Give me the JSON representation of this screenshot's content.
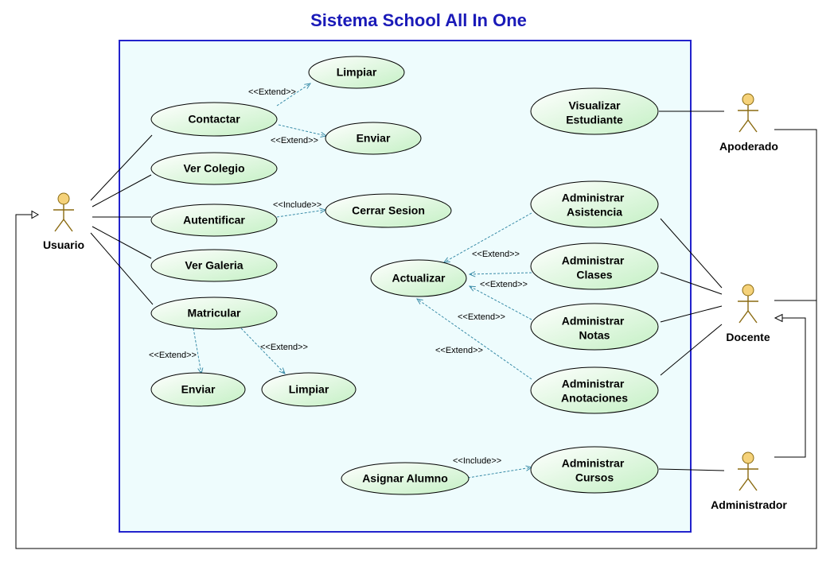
{
  "title": "Sistema School All In One",
  "colors": {
    "title": "#1a1ab8",
    "boundary": "#2222cc",
    "boundary_fill": "#eefcfd",
    "usecase_fill_start": "#ffffff",
    "usecase_fill_end": "#c4f0c4",
    "dependency": "#3a8ca8",
    "actor_fill": "#f5d27a",
    "actor_stroke": "#8a6a10"
  },
  "actors": {
    "usuario": "Usuario",
    "apoderado": "Apoderado",
    "docente": "Docente",
    "administrador": "Administrador"
  },
  "usecases": {
    "limpiar_top": "Limpiar",
    "contactar": "Contactar",
    "enviar_top": "Enviar",
    "ver_colegio": "Ver Colegio",
    "autentificar": "Autentificar",
    "cerrar_sesion": "Cerrar Sesion",
    "ver_galeria": "Ver Galeria",
    "matricular": "Matricular",
    "enviar_bottom": "Enviar",
    "limpiar_bottom": "Limpiar",
    "visualizar_estudiante": [
      "Visualizar",
      "Estudiante"
    ],
    "administrar_asistencia": [
      "Administrar",
      "Asistencia"
    ],
    "actualizar": "Actualizar",
    "administrar_clases": [
      "Administrar",
      "Clases"
    ],
    "administrar_notas": [
      "Administrar",
      "Notas"
    ],
    "administrar_anotaciones": [
      "Administrar",
      "Anotaciones"
    ],
    "asignar_alumno": "Asignar Alumno",
    "administrar_cursos": [
      "Administrar",
      "Cursos"
    ]
  },
  "stereotypes": {
    "extend": "<<Extend>>",
    "include": "<<Include>>"
  }
}
